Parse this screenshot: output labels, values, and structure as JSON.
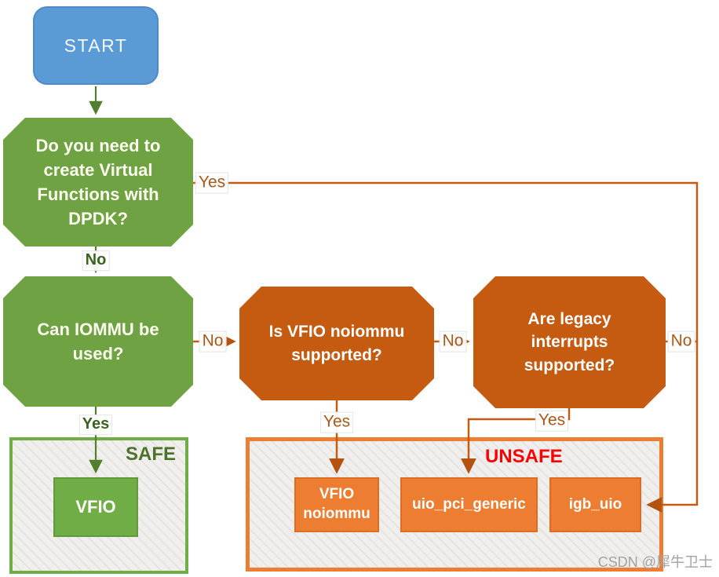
{
  "diagram": {
    "title_hint": "DPDK driver selection flowchart",
    "nodes": {
      "start": "START",
      "question_vf": "Do you need to create Virtual Functions with DPDK?",
      "question_iommu": "Can IOMMU be used?",
      "question_vfio_noiommu": "Is VFIO noiommu supported?",
      "question_legacy_interrupts": "Are legacy interrupts supported?",
      "result_vfio": "VFIO",
      "result_vfio_noiommu": "VFIO noiommu",
      "result_uio_pci_generic": "uio_pci_generic",
      "result_igb_uio": "igb_uio"
    },
    "zones": {
      "safe": "SAFE",
      "unsafe": "UNSAFE"
    },
    "edge_labels": {
      "vf_yes": "Yes",
      "vf_no": "No",
      "iommu_no": "No",
      "iommu_yes": "Yes",
      "vfio_no": "No",
      "vfio_yes": "Yes",
      "legacy_no": "No",
      "legacy_yes": "Yes"
    },
    "colors": {
      "start_fill": "#5B9BD5",
      "green_node": "#6FA243",
      "orange_node": "#C55A11",
      "orange_result": "#ED7D31",
      "green_result": "#70AD47",
      "safe_border": "#70AD47",
      "unsafe_border": "#ED7D31",
      "unsafe_label": "#FF0000",
      "safe_label": "#4C732C",
      "green_edge": "#527F2E",
      "orange_edge": "#C55A11",
      "green_label_text": "#3A641E",
      "orange_label_text": "#A65A1E"
    }
  },
  "watermark": "CSDN @犀牛卫士"
}
